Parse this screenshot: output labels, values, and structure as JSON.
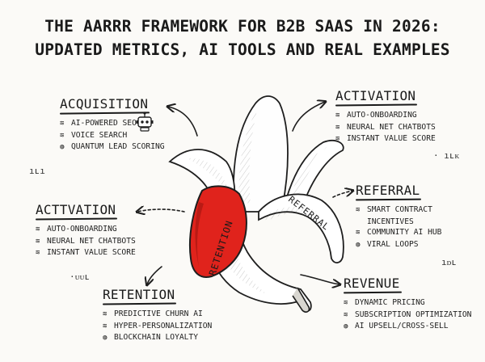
{
  "title": {
    "line1": "THE AARRR FRAMEWORK FOR B2B SAAS IN 2026:",
    "line2": "UPDATED METRICS, AI TOOLS AND REAL EXAMPLES"
  },
  "banana": {
    "retention_label": "RETENTION",
    "referral_label": "REFERRAL",
    "accent_color": "#e0231c"
  },
  "sections": {
    "acquisition": {
      "heading": "ACQUISITION",
      "items": [
        "AI-POWERED SEO",
        "VOICE SEARCH",
        "QUANTUM LEAD SCORING"
      ],
      "icon": "robot-icon"
    },
    "activation_top": {
      "heading": "ACTIVATION",
      "items": [
        "AUTO-ONBOARDING",
        "NEURAL NET CHATBOTS",
        "INSTANT VALUE SCORE"
      ]
    },
    "activation_left": {
      "heading": "ACTTVATION",
      "items": [
        "AUTO-ONBOARDING",
        "NEURAL NET CHATBOTS",
        "INSTANT VALUE SCORE"
      ]
    },
    "referral": {
      "heading": "REFERRAL",
      "items": [
        "SMART CONTRACT",
        "INCENTIVES",
        "COMMUNITY AI HUB",
        "VIRAL LOOPS"
      ]
    },
    "revenue": {
      "heading": "REVENUE",
      "items": [
        "DYNAMIC PRICING",
        "SUBSCRIPTION OPTIMIZATION",
        "AI UPSELL/CROSS-SELL"
      ]
    },
    "retention": {
      "heading": "RETENTION",
      "items": [
        "PREDICTIVE CHURN AI",
        "HYPER-PERSONALIZATION",
        "BLOCKCHAIN LOYALTY"
      ]
    }
  },
  "doodles": {
    "left_top": "ıʟı",
    "left_bottom": "·ᴜᴜʟ",
    "right_top": "· ıʟᴋ",
    "right_bottom": "ıᴅʟ"
  }
}
